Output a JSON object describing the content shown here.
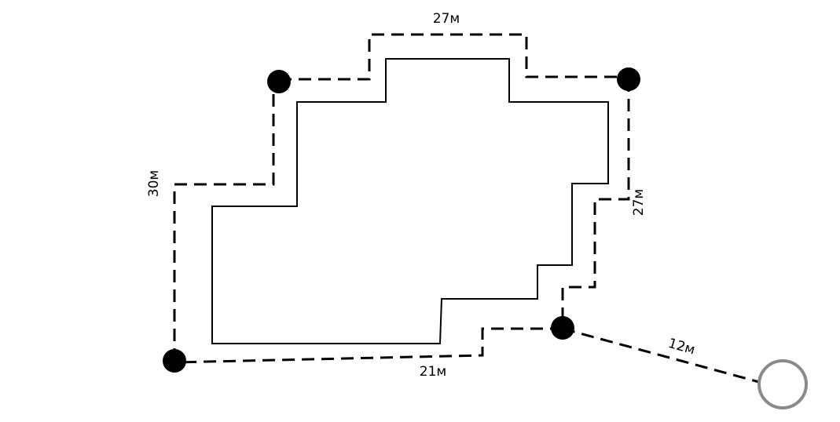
{
  "labels": {
    "top": "27м",
    "left": "30м",
    "right": "27м",
    "bottom": "21м",
    "branch": "12м"
  },
  "colors": {
    "line": "#000000",
    "hollow_node_stroke": "#8a8a8a",
    "background": "#ffffff"
  }
}
